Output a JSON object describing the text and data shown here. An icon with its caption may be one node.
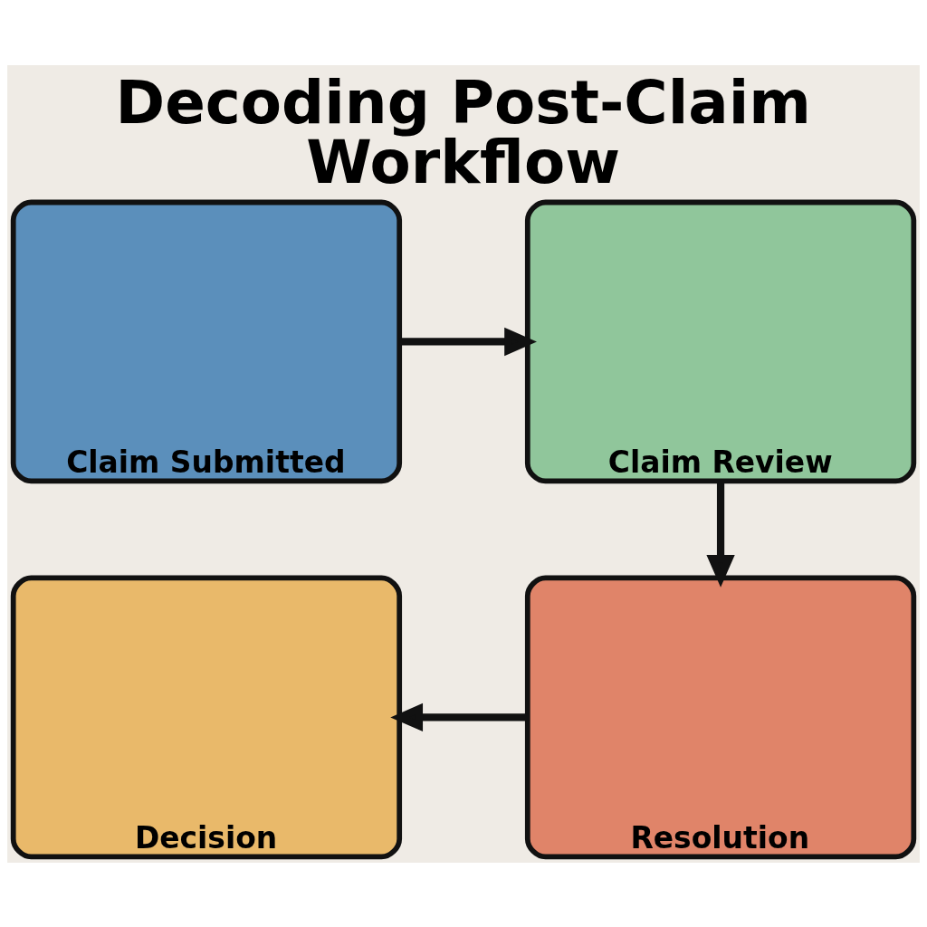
{
  "diagram": {
    "title": "Decoding Post-Claim Workflow",
    "nodes": [
      {
        "text": [
          "Claim Submitted"
        ]
      },
      {
        "text": [
          "Claim Review"
        ]
      },
      {
        "text": [
          "Decision"
        ]
      },
      {
        "text": [
          "Resolution"
        ]
      }
    ],
    "edges": [
      {
        "from": 0,
        "to": 1,
        "arrow": "to"
      },
      {
        "from": 1,
        "to": 3,
        "arrow": "to"
      },
      {
        "from": 3,
        "to": 2,
        "arrow": "to"
      }
    ]
  }
}
